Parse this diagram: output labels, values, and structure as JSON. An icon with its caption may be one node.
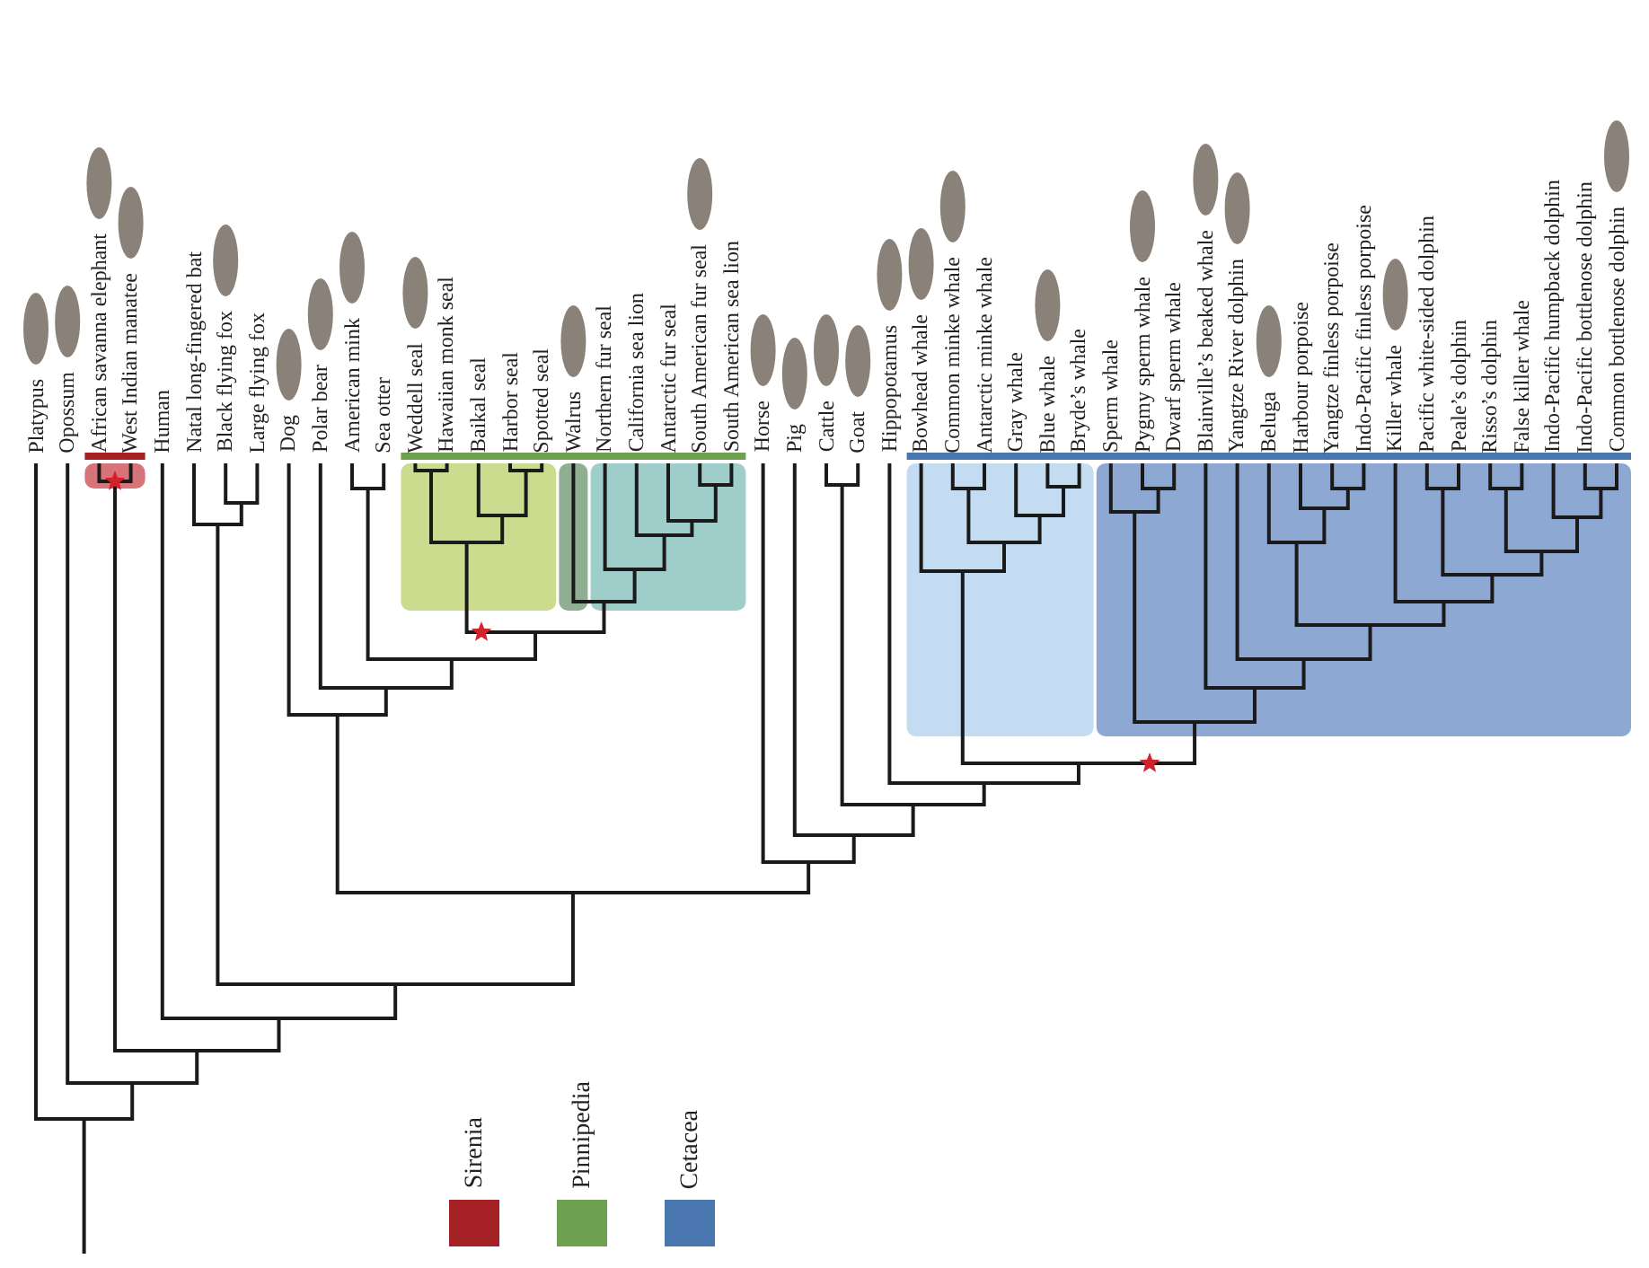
{
  "diagram": {
    "labels": [
      "Platypus",
      "Opossum",
      "African savanna elephant",
      "West Indian manatee",
      "Human",
      "Natal long-fingered bat",
      "Black flying fox",
      "Large flying fox",
      "Dog",
      "Polar bear",
      "American mink",
      "Sea otter",
      "Weddell seal",
      "Hawaiian monk seal",
      "Baikal seal",
      "Harbor seal",
      "Spotted seal",
      "Walrus",
      "Northern fur seal",
      "California sea lion",
      "Antarctic fur seal",
      "South American fur seal",
      "South American sea lion",
      "Horse",
      "Pig",
      "Cattle",
      "Goat",
      "Hippopotamus",
      "Bowhead whale",
      "Common minke whale",
      "Antarctic minke whale",
      "Gray whale",
      "Blue whale",
      "Bryde’s whale",
      "Sperm whale",
      "Pygmy sperm whale",
      "Dwarf sperm whale",
      "Blainville’s beaked whale",
      "Yangtze River dolphin",
      "Beluga",
      "Harbour porpoise",
      "Yangtze finless porpoise",
      "Indo-Pacific finless porpoise",
      "Killer whale",
      "Pacific white-sided dolphin",
      "Peale’s dolphin",
      "Risso’s dolphin",
      "False killer whale",
      "Indo-Pacific humpback dolphin",
      "Indo-Pacific bottlenose dolphin",
      "Common bottlenose dolphin"
    ],
    "legend": [
      {
        "text": "Sirenia",
        "color": "#a52126"
      },
      {
        "text": "Pinnipedia",
        "color": "#6ea14f"
      },
      {
        "text": "Cetacea",
        "color": "#4a76b0"
      }
    ]
  }
}
